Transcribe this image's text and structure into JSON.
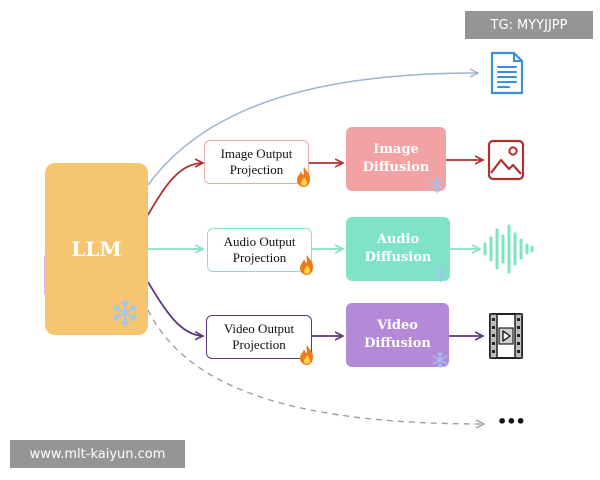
{
  "llm": {
    "label": "LLM"
  },
  "branches": [
    {
      "projection": {
        "line1": "Image Output",
        "line2": "Projection"
      },
      "diffusion": {
        "line1": "Image",
        "line2": "Diffusion"
      },
      "output_icon": "image-icon"
    },
    {
      "projection": {
        "line1": "Audio Output",
        "line2": "Projection"
      },
      "diffusion": {
        "line1": "Audio",
        "line2": "Diffusion"
      },
      "output_icon": "audio-waveform-icon"
    },
    {
      "projection": {
        "line1": "Video Output",
        "line2": "Projection"
      },
      "diffusion": {
        "line1": "Video",
        "line2": "Diffusion"
      },
      "output_icon": "video-file-icon"
    }
  ],
  "top_output_icon": "text-document-icon",
  "more_label": "•••",
  "watermarks": {
    "top_right": "TG: MYYJJPP",
    "bottom_left": "www.mlt-kaiyun.com"
  },
  "colors": {
    "llm": "#f6c56f",
    "text_path": "#9fb4cf",
    "image": "#b03030",
    "image_box_border": "#e8aaaa",
    "image_diffusion": "#f2a2a2",
    "audio": "#7fe3c6",
    "audio_box_border": "#86e2c9",
    "audio_diffusion": "#7fe3c6",
    "video": "#5a3a78",
    "video_box_border": "#5a3a78",
    "video_diffusion": "#b48ad8",
    "dashed": "#999999",
    "fire": "#f07a1a",
    "snowflake": "#9ec6f2",
    "doc_icon": "#3b8fd6"
  }
}
